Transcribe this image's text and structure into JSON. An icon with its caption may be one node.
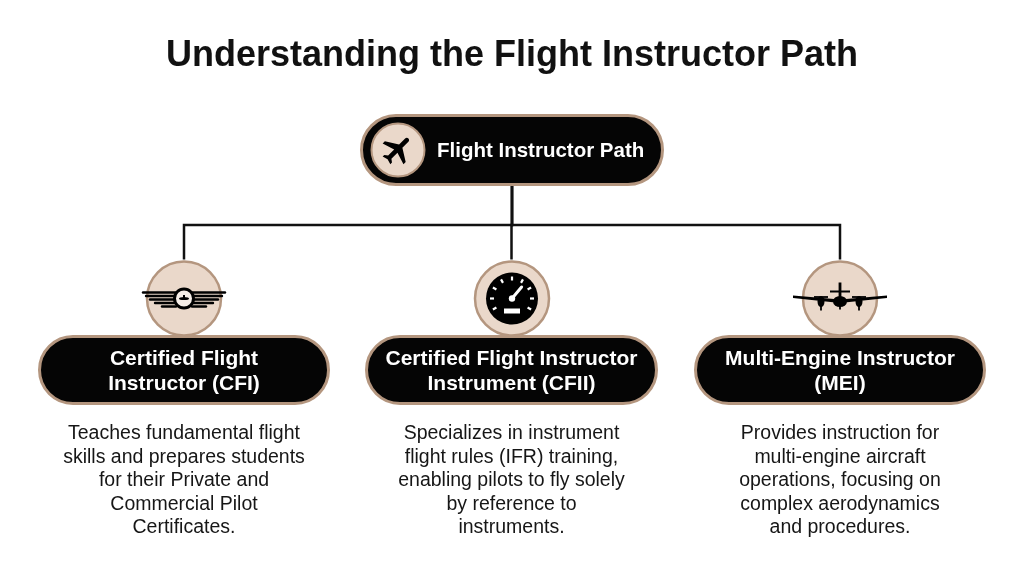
{
  "diagram": {
    "title": "Understanding the Flight Instructor Path",
    "nodes": [
      {
        "text": [
          "Flight Instructor Path"
        ]
      },
      {
        "text": [
          "Certified Flight Instructor (CFI)"
        ],
        "beside": [
          "Teaches fundamental flight skills and prepares students for their Private and Commercial Pilot Certificates."
        ]
      },
      {
        "text": [
          "Certified Flight Instructor Instrument (CFII)"
        ],
        "beside": [
          "Specializes in instrument flight rules (IFR) training, enabling pilots to fly solely by reference to instruments."
        ]
      },
      {
        "text": [
          "Multi-Engine Instructor (MEI)"
        ],
        "beside": [
          "Provides instruction for multi-engine aircraft operations, focusing on complex aerodynamics and procedures."
        ]
      }
    ],
    "edges": [
      {
        "from": 0,
        "to": 1,
        "arrow": "none"
      },
      {
        "from": 0,
        "to": 2,
        "arrow": "none"
      },
      {
        "from": 0,
        "to": 3,
        "arrow": "none"
      }
    ]
  }
}
